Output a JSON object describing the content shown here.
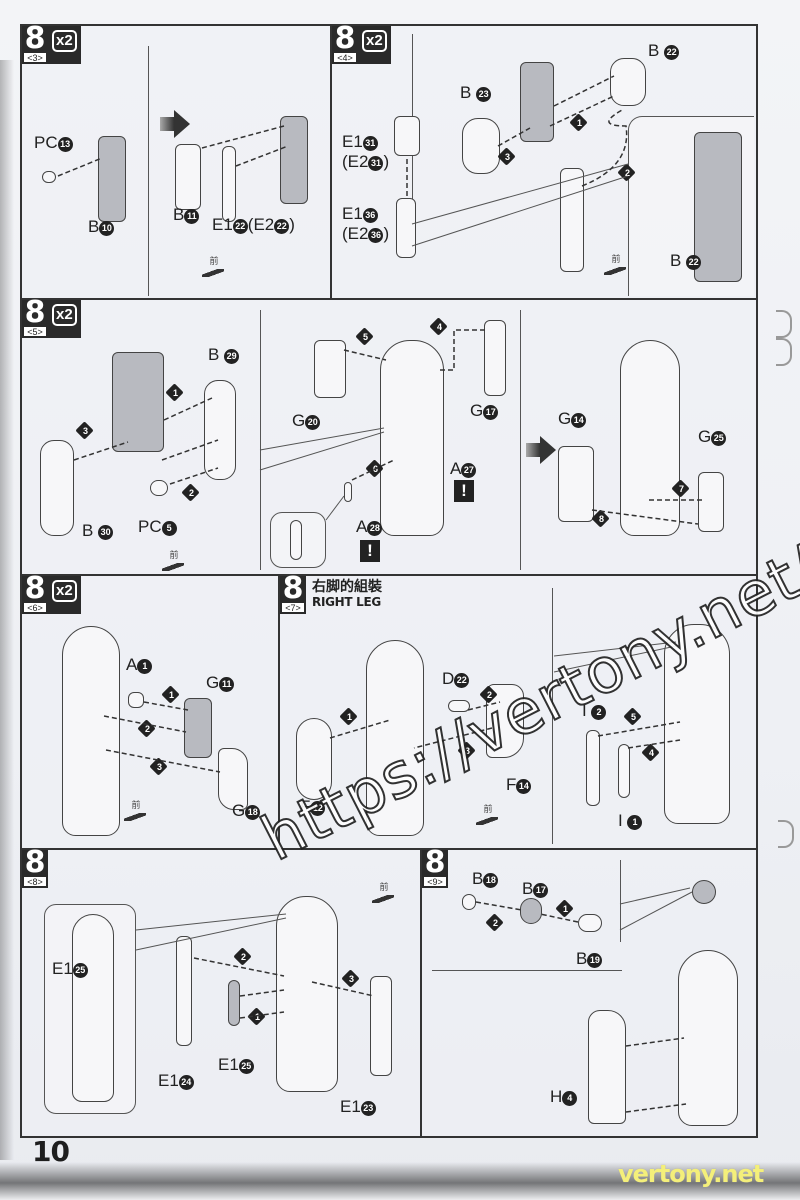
{
  "page": {
    "page_number": "10",
    "watermark_url": "https://vertony.net/",
    "watermark_brand": "vertony.net",
    "front_label": "前",
    "colors": {
      "ink": "#222222",
      "paper": "#eef0f4",
      "brand_yellow": "#f4ef7a"
    }
  },
  "panels": [
    {
      "id": "8-3",
      "step": "8",
      "substep": "<3>",
      "multiplier": "x2",
      "labels": [
        {
          "prefix": "PC",
          "num": "13"
        },
        {
          "prefix": "B",
          "num": "10"
        },
        {
          "prefix": "B",
          "num": "11"
        },
        {
          "prefix": "E1",
          "num": "22",
          "alt_prefix": "(E2",
          "alt_num": "22",
          "alt_suffix": ")"
        }
      ]
    },
    {
      "id": "8-4",
      "step": "8",
      "substep": "<4>",
      "multiplier": "x2",
      "labels": [
        {
          "prefix": "E1",
          "num": "31",
          "alt_prefix": "(E2",
          "alt_num": "31",
          "alt_suffix": ")"
        },
        {
          "prefix": "E1",
          "num": "36",
          "alt_prefix": "(E2",
          "alt_num": "36",
          "alt_suffix": ")"
        },
        {
          "prefix": "B",
          "num": "23"
        },
        {
          "prefix": "B",
          "num": "22"
        },
        {
          "prefix": "B",
          "num": "22"
        }
      ],
      "steps": [
        "1",
        "2",
        "3"
      ]
    },
    {
      "id": "8-5",
      "step": "8",
      "substep": "<5>",
      "multiplier": "x2",
      "labels": [
        {
          "prefix": "B",
          "num": "29"
        },
        {
          "prefix": "B",
          "num": "30"
        },
        {
          "prefix": "PC",
          "num": "5"
        },
        {
          "prefix": "G",
          "num": "20"
        },
        {
          "prefix": "G",
          "num": "17"
        },
        {
          "prefix": "A",
          "num": "27"
        },
        {
          "prefix": "A",
          "num": "28"
        },
        {
          "prefix": "G",
          "num": "14"
        },
        {
          "prefix": "G",
          "num": "25"
        }
      ],
      "steps": [
        "1",
        "2",
        "3",
        "4",
        "5",
        "6",
        "7",
        "8"
      ],
      "warning": "!"
    },
    {
      "id": "8-6",
      "step": "8",
      "substep": "<6>",
      "multiplier": "x2",
      "labels": [
        {
          "prefix": "A",
          "num": "1"
        },
        {
          "prefix": "G",
          "num": "11"
        },
        {
          "prefix": "G",
          "num": "18"
        }
      ],
      "steps": [
        "1",
        "2",
        "3"
      ]
    },
    {
      "id": "8-7",
      "step": "8",
      "substep": "<7>",
      "title_cn": "右脚的組裝",
      "title_en": "RIGHT LEG",
      "labels": [
        {
          "prefix": "F",
          "num": "12"
        },
        {
          "prefix": "D",
          "num": "22"
        },
        {
          "prefix": "F",
          "num": "14"
        },
        {
          "prefix": "I",
          "num": "2"
        },
        {
          "prefix": "I",
          "num": "1"
        }
      ],
      "steps": [
        "1",
        "2",
        "3",
        "4",
        "5"
      ]
    },
    {
      "id": "8-8",
      "step": "8",
      "substep": "<8>",
      "labels": [
        {
          "prefix": "E1",
          "num": "25"
        },
        {
          "prefix": "E1",
          "num": "24"
        },
        {
          "prefix": "E1",
          "num": "25"
        },
        {
          "prefix": "E1",
          "num": "23"
        }
      ],
      "steps": [
        "1",
        "2",
        "3"
      ]
    },
    {
      "id": "8-9",
      "step": "8",
      "substep": "<9>",
      "labels": [
        {
          "prefix": "B",
          "num": "18"
        },
        {
          "prefix": "B",
          "num": "17"
        },
        {
          "prefix": "B",
          "num": "19"
        },
        {
          "prefix": "H",
          "num": "4"
        }
      ],
      "steps": [
        "1",
        "2"
      ]
    }
  ]
}
